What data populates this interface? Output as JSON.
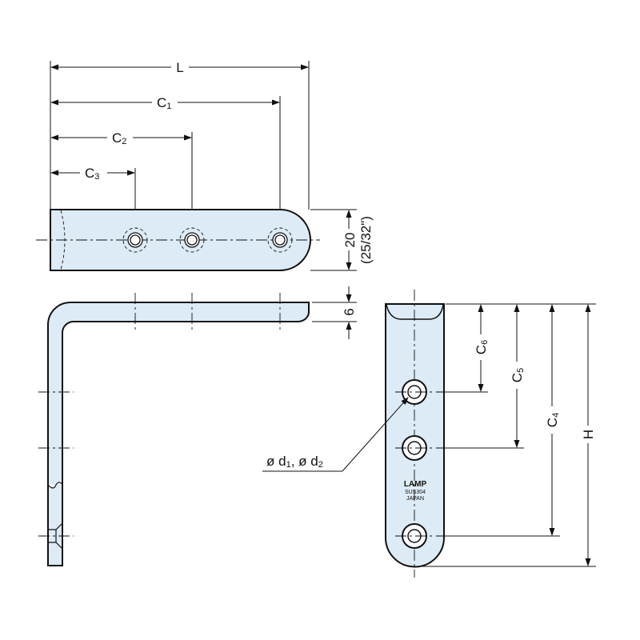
{
  "dimensions": {
    "L": "L",
    "C1": {
      "main": "C",
      "sub": "1"
    },
    "C2": {
      "main": "C",
      "sub": "2"
    },
    "C3": {
      "main": "C",
      "sub": "3"
    },
    "C4": {
      "main": "C",
      "sub": "4"
    },
    "C5": {
      "main": "C",
      "sub": "5"
    },
    "C6": {
      "main": "C",
      "sub": "6"
    },
    "H": "H",
    "width_mm": "20",
    "width_inch": "(25/32\")",
    "thickness": "6"
  },
  "hole_callout": {
    "prefix1": "ø d",
    "sub1": "1",
    "sep": ", ø d",
    "sub2": "2"
  },
  "marking": {
    "brand": "LAMP",
    "material": "SUS304",
    "origin": "JAPAN"
  }
}
